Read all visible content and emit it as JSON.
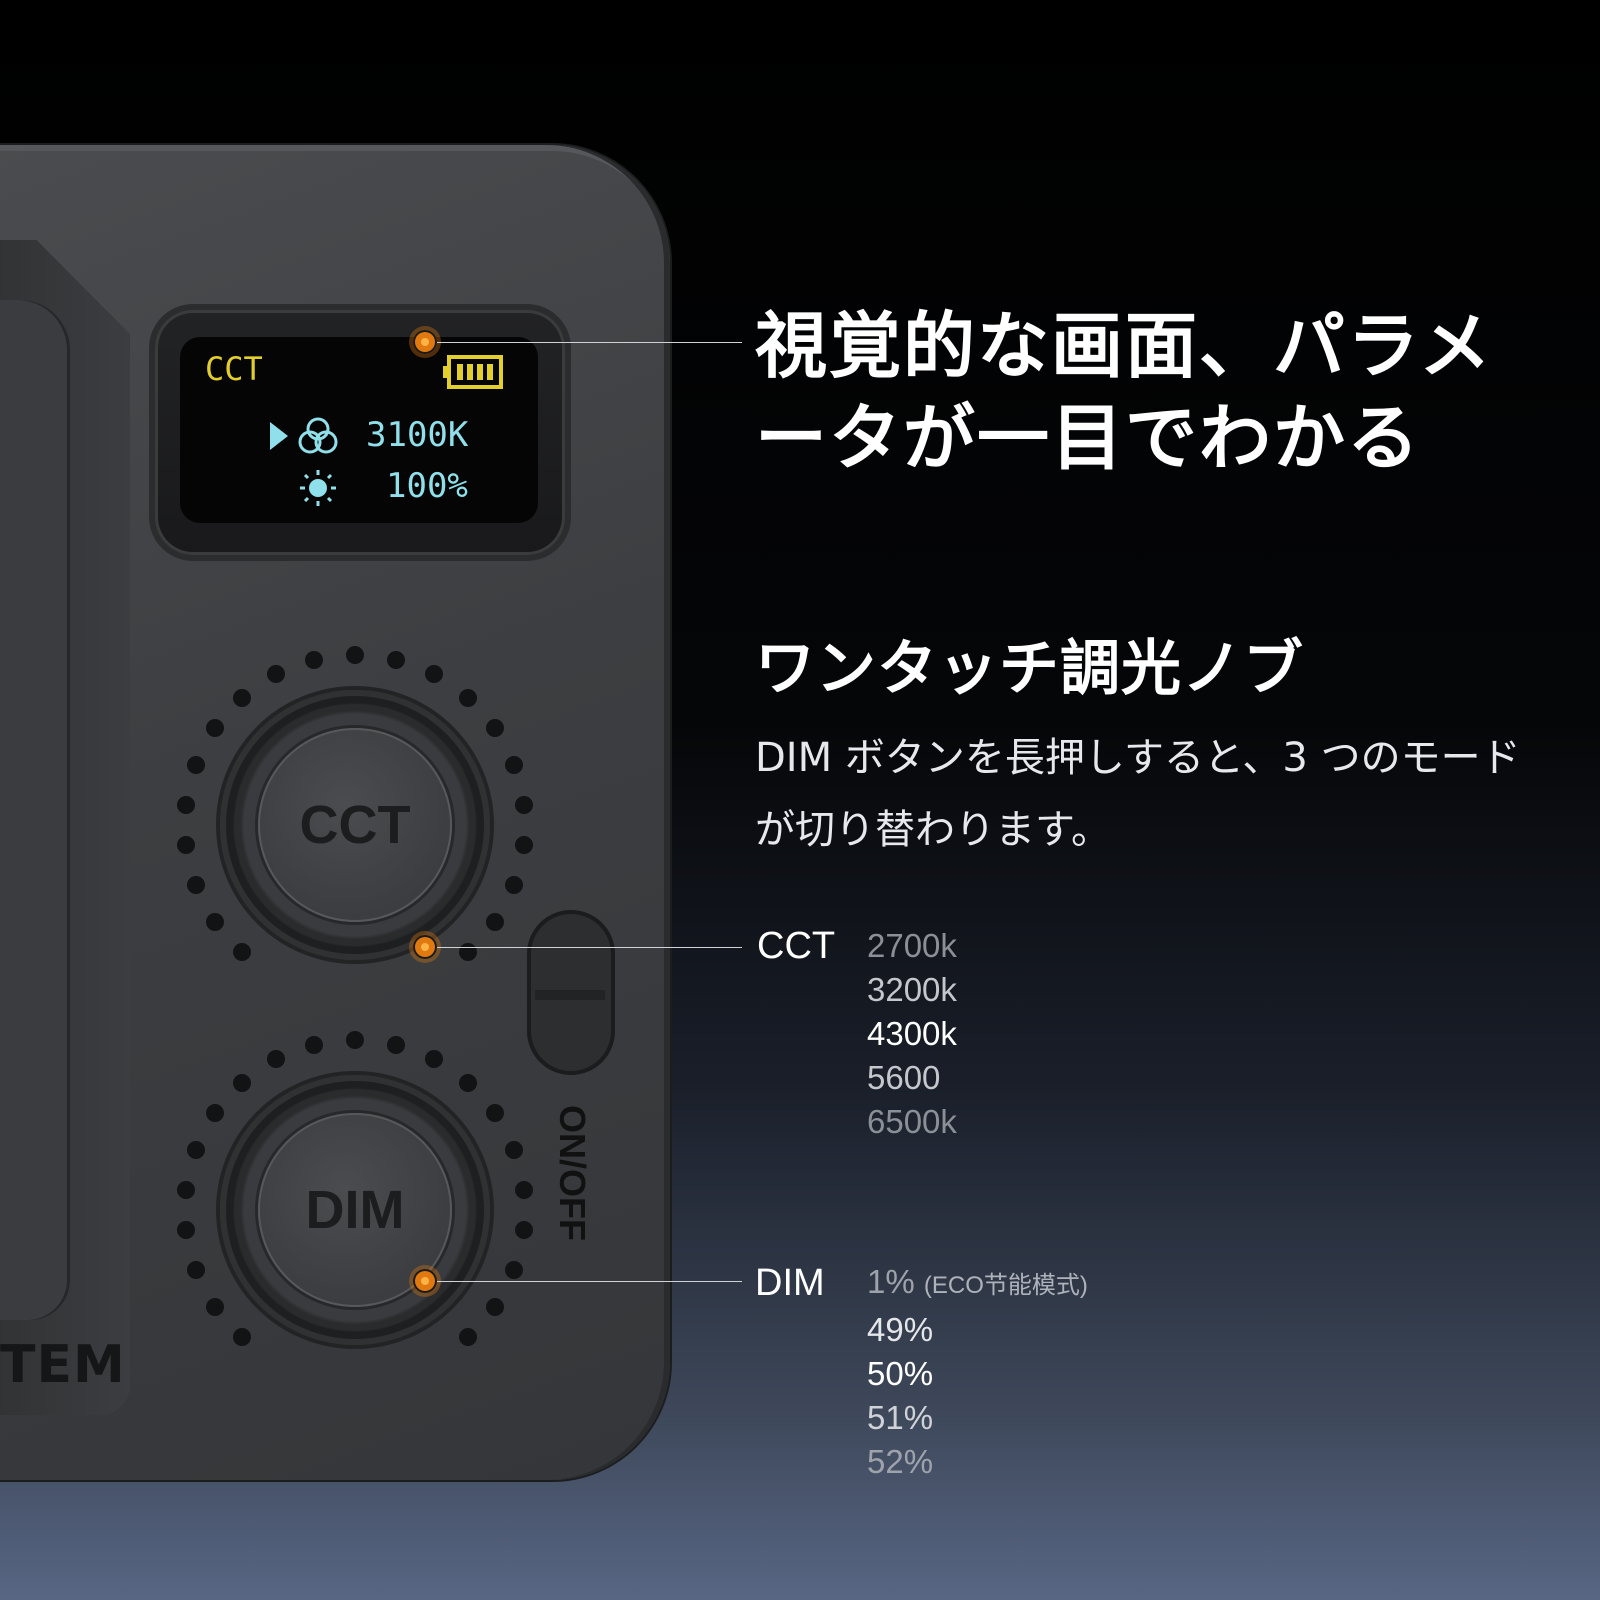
{
  "headline": "視覚的な画面、パラメータが一目でわかる",
  "subheading": "ワンタッチ調光ノブ",
  "description": "DIM ボタンを長押しすると、3 つのモードが切り替わります。",
  "device": {
    "screen": {
      "mode": "CCT",
      "color_temp": "3100K",
      "brightness": "100%"
    },
    "knob_cct_label": "CCT",
    "knob_dim_label": "DIM",
    "switch_label": "ON/OFF",
    "side_text": "TEM"
  },
  "cct": {
    "label": "CCT",
    "values": [
      "2700k",
      "3200k",
      "4300k",
      "5600",
      "6500k"
    ]
  },
  "dim": {
    "label": "DIM",
    "values": [
      "1%",
      "49%",
      "50%",
      "51%",
      "52%"
    ],
    "note": "(ECO节能模式)"
  },
  "colors": {
    "accent": "#e07a10",
    "screen_yellow": "#e3cf2b",
    "screen_cyan": "#8fe0ea"
  }
}
